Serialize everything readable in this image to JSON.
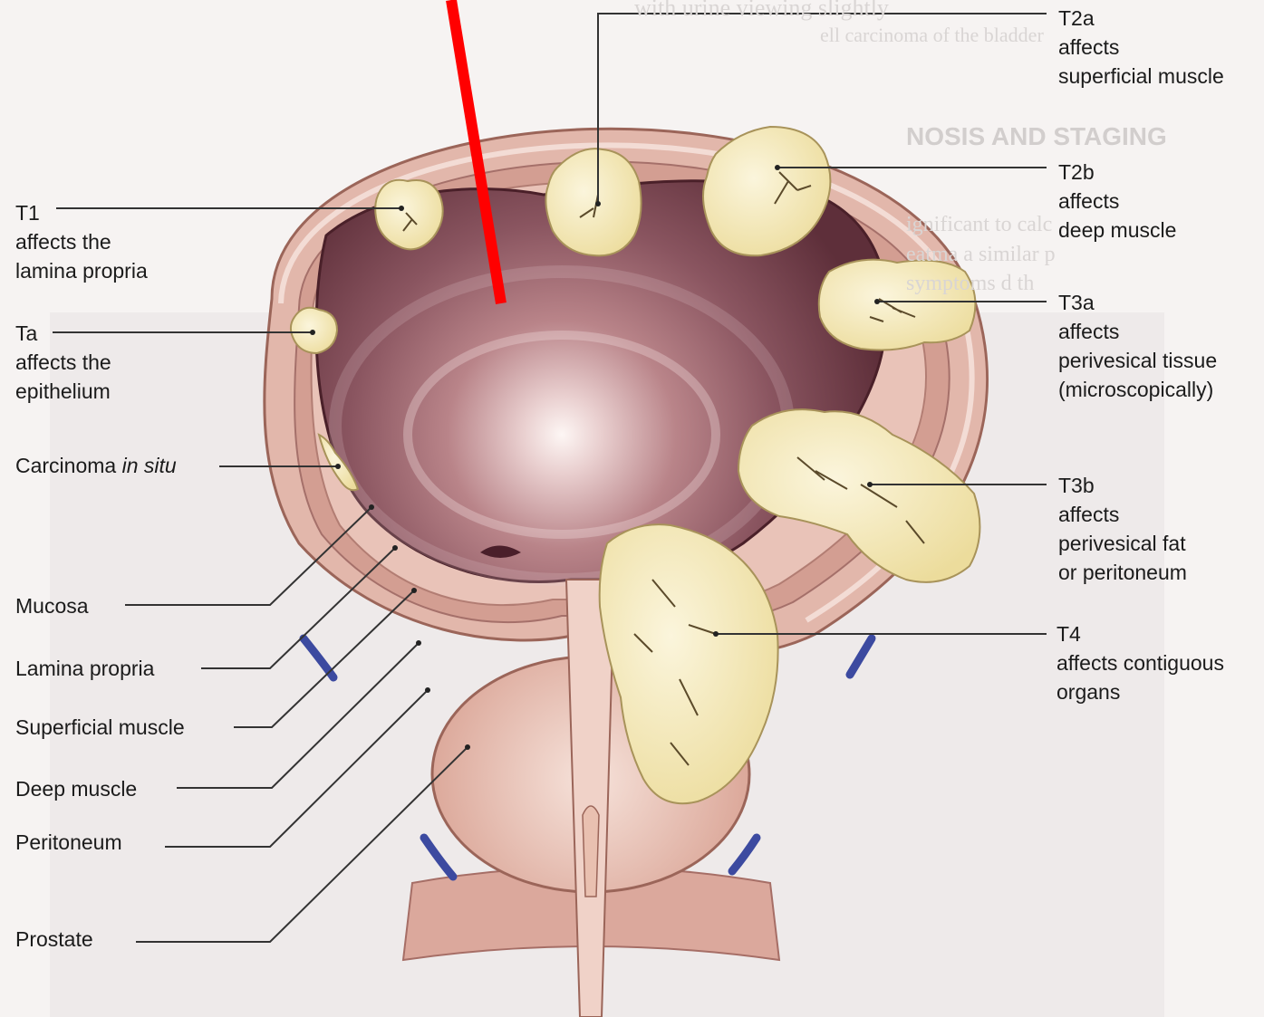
{
  "left_labels": [
    {
      "id": "t1",
      "lines": [
        "T1",
        "affects the",
        "lamina propria"
      ]
    },
    {
      "id": "ta",
      "lines": [
        "Ta",
        "affects the",
        "epithelium"
      ]
    },
    {
      "id": "cis",
      "lines": [
        "Carcinoma "
      ],
      "italic": "in situ"
    },
    {
      "id": "mucosa",
      "lines": [
        "Mucosa"
      ]
    },
    {
      "id": "lamina",
      "lines": [
        "Lamina propria"
      ]
    },
    {
      "id": "superficial",
      "lines": [
        "Superficial muscle"
      ]
    },
    {
      "id": "deep",
      "lines": [
        "Deep muscle"
      ]
    },
    {
      "id": "peritoneum",
      "lines": [
        "Peritoneum"
      ]
    },
    {
      "id": "prostate",
      "lines": [
        "Prostate"
      ]
    }
  ],
  "right_labels": [
    {
      "id": "t2a",
      "lines": [
        "T2a",
        "affects",
        "superficial muscle"
      ]
    },
    {
      "id": "t2b",
      "lines": [
        "T2b",
        "affects",
        "deep muscle"
      ]
    },
    {
      "id": "t3a",
      "lines": [
        "T3a",
        "affects",
        "perivesical tissue",
        "(microscopically)"
      ]
    },
    {
      "id": "t3b",
      "lines": [
        "T3b",
        "affects",
        "perivesical fat",
        "or peritoneum"
      ]
    },
    {
      "id": "t4",
      "lines": [
        "T4",
        "affects contiguous",
        "organs"
      ]
    }
  ],
  "background_text": [
    "with urine viewing slightly",
    "ell carcinoma of the bladder",
    "NOSIS AND STAGING",
    "ignificant to calc",
    "eatma  a similar p",
    "symptoms   d th"
  ],
  "colors": {
    "bladder_lumen": "#6e3a44",
    "wall_outer": "#dcaea3",
    "wall_inner": "#c98f85",
    "tumor": "#f3e8b6",
    "tumor_edge": "#a8935a",
    "prostate": "#e6b8a8",
    "annotation_arrow": "#ff0000"
  }
}
